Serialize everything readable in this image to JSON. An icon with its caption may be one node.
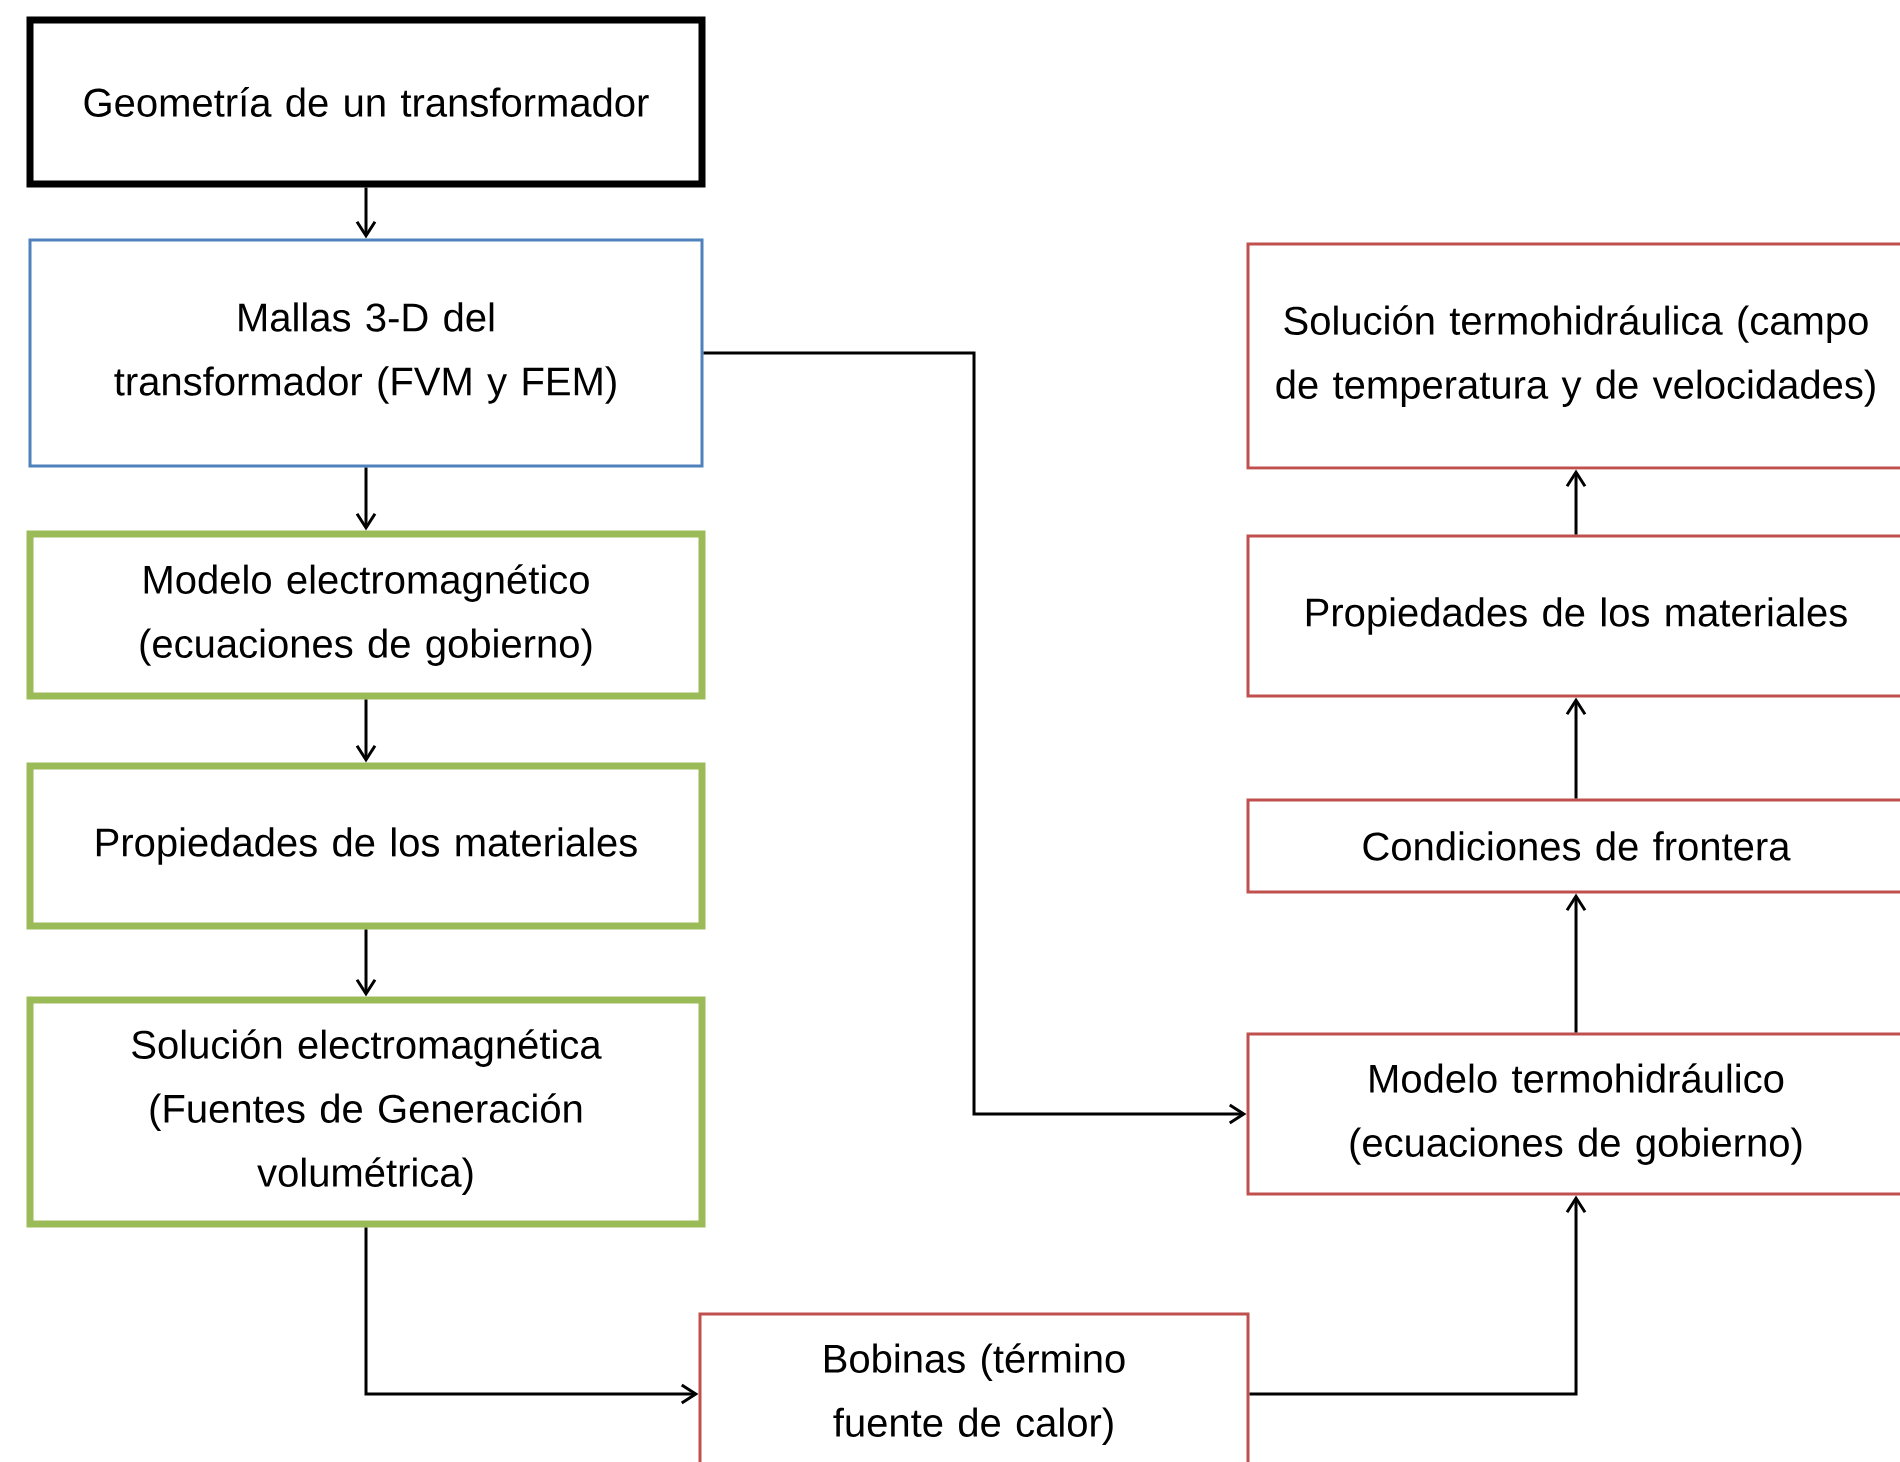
{
  "diagram": {
    "nodes": [
      {
        "text": [
          "Geometría de un transformador"
        ]
      },
      {
        "text": [
          "Mallas 3-D del transformador (FVM y FEM)"
        ]
      },
      {
        "text": [
          "Modelo electromagnético (ecuaciones de gobierno)"
        ]
      },
      {
        "text": [
          "Propiedades de los materiales"
        ]
      },
      {
        "text": [
          "Solución electromagnética (Fuentes de Generación volumétrica)"
        ]
      },
      {
        "text": [
          "Bobinas (término fuente de calor)"
        ]
      },
      {
        "text": [
          "Solución termohidráulica (campo de temperatura y de velocidades)"
        ]
      },
      {
        "text": [
          "Propiedades de los materiales"
        ]
      },
      {
        "text": [
          "Condiciones de frontera"
        ]
      },
      {
        "text": [
          "Modelo termohidráulico (ecuaciones de gobierno)"
        ]
      }
    ],
    "edges": [
      {
        "from": 0,
        "to": 1,
        "arrow": "to"
      },
      {
        "from": 1,
        "to": 2,
        "arrow": "to"
      },
      {
        "from": 2,
        "to": 3,
        "arrow": "to"
      },
      {
        "from": 3,
        "to": 4,
        "arrow": "to"
      },
      {
        "from": 1,
        "to": 9,
        "arrow": "to"
      },
      {
        "from": 4,
        "to": 5,
        "arrow": "to"
      },
      {
        "from": 5,
        "to": 9,
        "arrow": "to"
      },
      {
        "from": 9,
        "to": 8,
        "arrow": "to"
      },
      {
        "from": 8,
        "to": 7,
        "arrow": "to"
      },
      {
        "from": 7,
        "to": 6,
        "arrow": "to"
      }
    ]
  }
}
